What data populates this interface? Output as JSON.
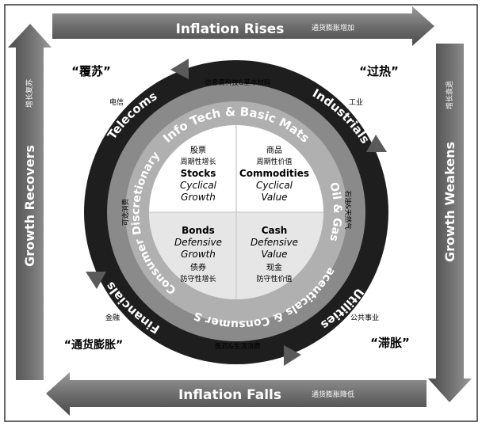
{
  "arrows": {
    "top": {
      "label": "Inflation Rises",
      "sub": "通货膨胀增加"
    },
    "bottom": {
      "label": "Inflation Falls",
      "sub": "通货膨胀降低"
    },
    "left": {
      "label": "Growth Recovers",
      "sub": "增长复苏"
    },
    "right": {
      "label": "Growth Weakens",
      "sub": "增长衰退"
    }
  },
  "phases": {
    "top_left": "“覆苏”",
    "top_right": "“过热”",
    "bottom_left": "“通货膨胀”",
    "bottom_right": "“滞胀”"
  },
  "outer_ring": {
    "telecoms": "Telecoms",
    "telecoms_cn": "电信",
    "industrials": "Industrials",
    "industrials_cn": "工业",
    "utilities": "Utilities",
    "utilities_cn": "公共事业",
    "financials": "Financials",
    "financials_cn": "金融"
  },
  "middle_ring": {
    "top": "Info Tech & Basic Mats",
    "top_cn": "信息高科技&基本材料",
    "right": "Oil & Gas",
    "right_cn": "石油&天然气",
    "bottom_right": "Pharmaceuticals & Consumer Staples",
    "bottom_cn": "医药&生活消费",
    "left": "Consumer Discretionary",
    "left_cn": "可选消费"
  },
  "center": {
    "stocks": {
      "cn": "股票",
      "sub_cn": "周期性增长",
      "title": "Stocks",
      "l1": "Cyclical",
      "l2": "Growth"
    },
    "commodities": {
      "cn": "商品",
      "sub_cn": "周期性价值",
      "title": "Commodities",
      "l1": "Cyclical",
      "l2": "Value"
    },
    "bonds": {
      "title": "Bonds",
      "l1": "Defensive",
      "l2": "Growth",
      "cn": "债券",
      "sub_cn": "防守性增长"
    },
    "cash": {
      "title": "Cash",
      "l1": "Defensive",
      "l2": "Value",
      "cn": "现金",
      "sub_cn": "防守性价值"
    }
  }
}
